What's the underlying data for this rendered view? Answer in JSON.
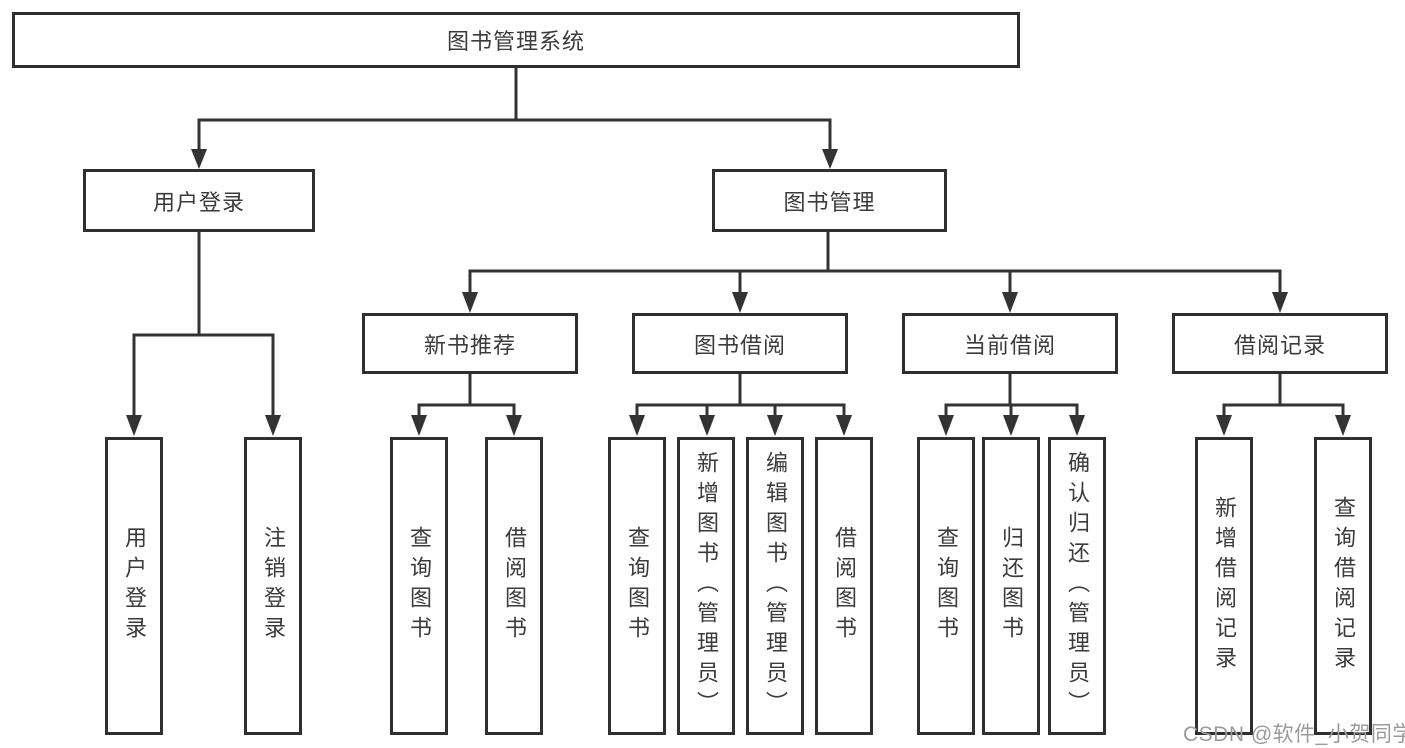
{
  "diagram": {
    "root": {
      "label": "图书管理系统"
    },
    "children": [
      {
        "label": "用户登录",
        "children": [
          {
            "label": "用户登录"
          },
          {
            "label": "注销登录"
          }
        ]
      },
      {
        "label": "图书管理",
        "children": [
          {
            "label": "新书推荐",
            "children": [
              {
                "label": "查询图书"
              },
              {
                "label": "借阅图书"
              }
            ]
          },
          {
            "label": "图书借阅",
            "children": [
              {
                "label": "查询图书"
              },
              {
                "label": "新增图书（管理员）"
              },
              {
                "label": "编辑图书（管理员）"
              },
              {
                "label": "借阅图书"
              }
            ]
          },
          {
            "label": "当前借阅",
            "children": [
              {
                "label": "查询图书"
              },
              {
                "label": "归还图书"
              },
              {
                "label": "确认归还（管理员）"
              }
            ]
          },
          {
            "label": "借阅记录",
            "children": [
              {
                "label": "新增借阅记录"
              },
              {
                "label": "查询借阅记录"
              }
            ]
          }
        ]
      }
    ]
  },
  "watermark": {
    "text": "CSDN @软件_小贺同学"
  },
  "colors": {
    "line": "#333333",
    "box_border": "#2f2f2f",
    "text": "#3b3b3b",
    "background": "#ffffff",
    "watermark": "#9b9b9b"
  }
}
